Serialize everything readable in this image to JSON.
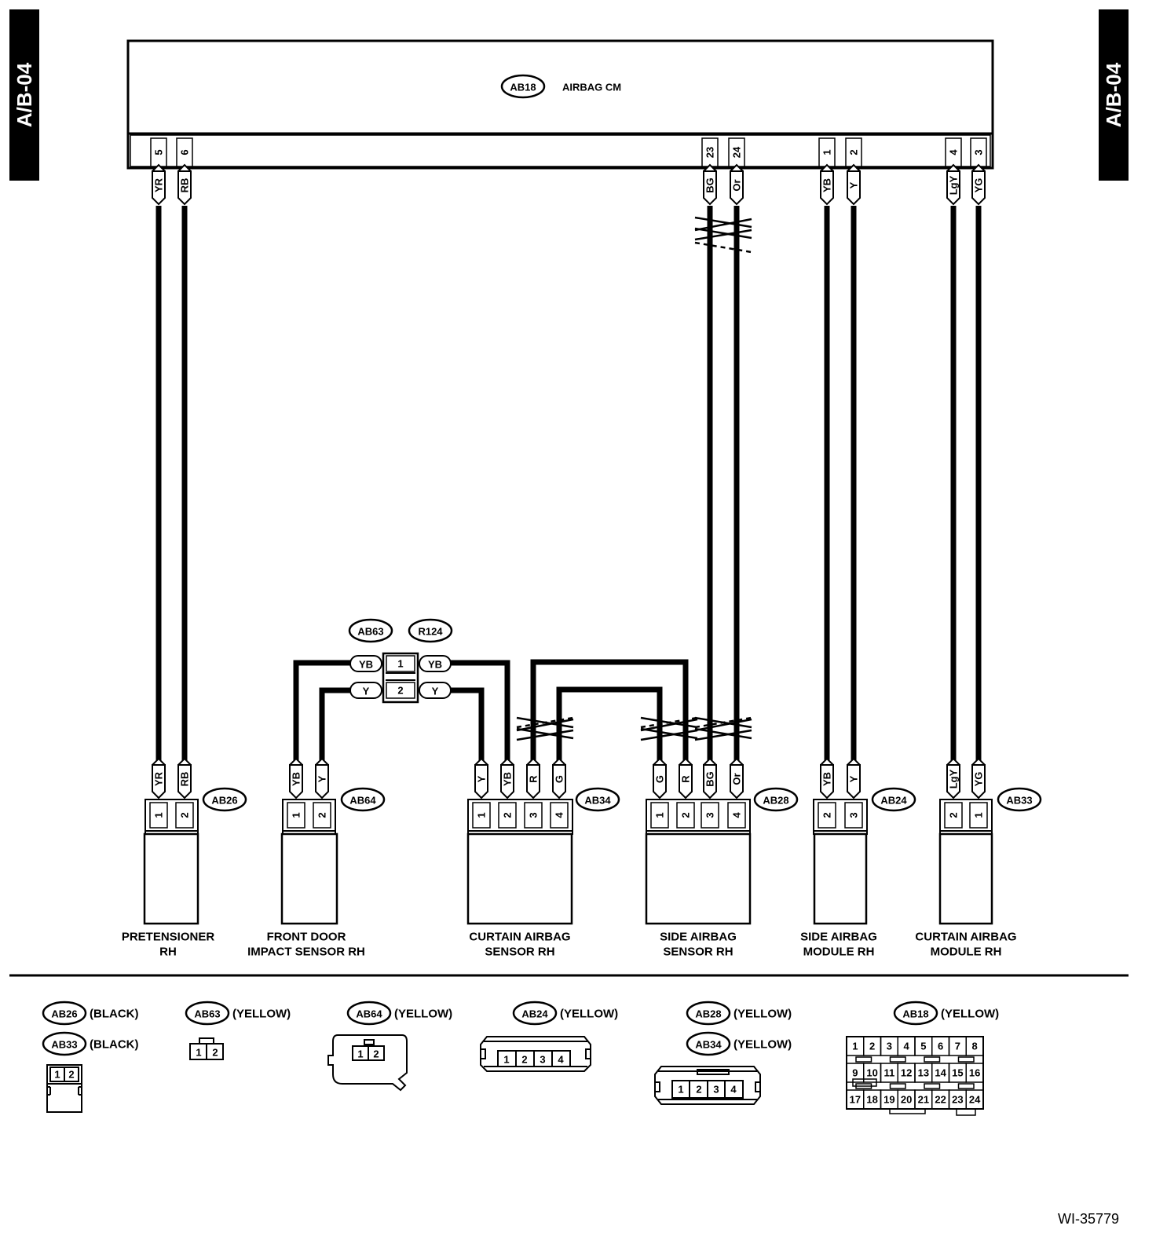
{
  "page_tag": "A/B-04",
  "figure_id": "WI-35779",
  "control_module": {
    "id": "AB18",
    "name": "AIRBAG CM"
  },
  "cm_pins": [
    {
      "pin": "5",
      "wire": "YR"
    },
    {
      "pin": "6",
      "wire": "RB"
    },
    {
      "pin": "23",
      "wire": "BG"
    },
    {
      "pin": "24",
      "wire": "Or"
    },
    {
      "pin": "1",
      "wire": "YB"
    },
    {
      "pin": "2",
      "wire": "Y"
    },
    {
      "pin": "4",
      "wire": "LgY"
    },
    {
      "pin": "3",
      "wire": "YG"
    }
  ],
  "junction": {
    "left_id": "AB63",
    "right_id": "R124",
    "rows": [
      {
        "pin": "1",
        "left_wire": "YB",
        "right_wire": "YB"
      },
      {
        "pin": "2",
        "left_wire": "Y",
        "right_wire": "Y"
      }
    ]
  },
  "components": [
    {
      "connector": "AB26",
      "label_line1": "PRETENSIONER",
      "label_line2": "RH",
      "pins": [
        {
          "pin": "1",
          "wire": "YR"
        },
        {
          "pin": "2",
          "wire": "RB"
        }
      ]
    },
    {
      "connector": "AB64",
      "label_line1": "FRONT DOOR",
      "label_line2": "IMPACT SENSOR RH",
      "pins": [
        {
          "pin": "1",
          "wire": "YB"
        },
        {
          "pin": "2",
          "wire": "Y"
        }
      ]
    },
    {
      "connector": "AB34",
      "label_line1": "CURTAIN AIRBAG",
      "label_line2": "SENSOR RH",
      "pins": [
        {
          "pin": "1",
          "wire": "Y"
        },
        {
          "pin": "2",
          "wire": "YB"
        },
        {
          "pin": "3",
          "wire": "R"
        },
        {
          "pin": "4",
          "wire": "G"
        }
      ]
    },
    {
      "connector": "AB28",
      "label_line1": "SIDE AIRBAG",
      "label_line2": "SENSOR RH",
      "pins": [
        {
          "pin": "1",
          "wire": "G"
        },
        {
          "pin": "2",
          "wire": "R"
        },
        {
          "pin": "3",
          "wire": "BG"
        },
        {
          "pin": "4",
          "wire": "Or"
        }
      ]
    },
    {
      "connector": "AB24",
      "label_line1": "SIDE AIRBAG",
      "label_line2": "MODULE RH",
      "pins": [
        {
          "pin": "2",
          "wire": "YB"
        },
        {
          "pin": "3",
          "wire": "Y"
        }
      ]
    },
    {
      "connector": "AB33",
      "label_line1": "CURTAIN AIRBAG",
      "label_line2": "MODULE RH",
      "pins": [
        {
          "pin": "2",
          "wire": "LgY"
        },
        {
          "pin": "1",
          "wire": "YG"
        }
      ]
    }
  ],
  "legend": [
    {
      "id": "AB26",
      "color": "(BLACK)"
    },
    {
      "id": "AB33",
      "color": "(BLACK)"
    },
    {
      "id": "AB63",
      "color": "(YELLOW)"
    },
    {
      "id": "AB64",
      "color": "(YELLOW)"
    },
    {
      "id": "AB24",
      "color": "(YELLOW)"
    },
    {
      "id": "AB28",
      "color": "(YELLOW)"
    },
    {
      "id": "AB34",
      "color": "(YELLOW)"
    },
    {
      "id": "AB18",
      "color": "(YELLOW)"
    }
  ],
  "connector_faces": {
    "two_pin": [
      "1",
      "2"
    ],
    "four_pin": [
      "1",
      "2",
      "3",
      "4"
    ],
    "ab18_rows": [
      [
        "1",
        "2",
        "3",
        "4",
        "5",
        "6",
        "7",
        "8"
      ],
      [
        "9",
        "10",
        "11",
        "12",
        "13",
        "14",
        "15",
        "16"
      ],
      [
        "17",
        "18",
        "19",
        "20",
        "21",
        "22",
        "23",
        "24"
      ]
    ]
  }
}
